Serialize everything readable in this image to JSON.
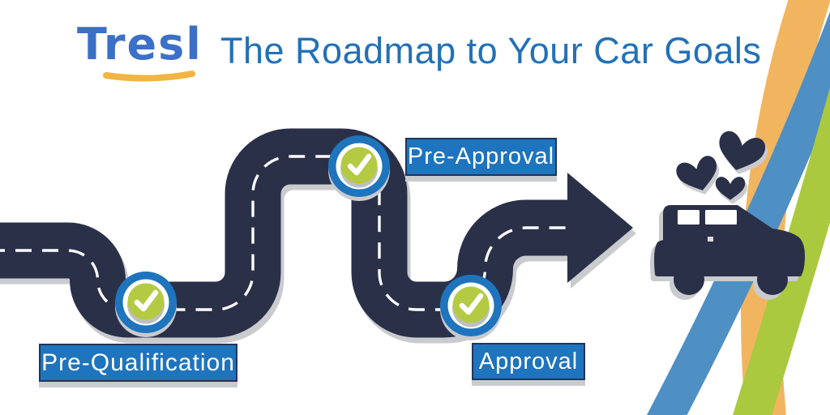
{
  "header": {
    "logo_text": "Tresl",
    "title": "The Roadmap to Your Car Goals"
  },
  "roadmap": {
    "milestones": [
      {
        "label": "Pre-Qualification",
        "status": "checked"
      },
      {
        "label": "Pre-Approval",
        "status": "checked"
      },
      {
        "label": "Approval",
        "status": "checked"
      }
    ],
    "destination": "car with hearts",
    "direction": "arrow pointing right"
  },
  "icons": {
    "checkmark": "check-icon",
    "arrow": "arrow-right-icon",
    "car": "car-icon",
    "heart": "heart-icon",
    "swoosh": "logo-underline-swoosh"
  },
  "colors": {
    "road-navy": "#2b3049",
    "label-blue": "#1e74bd",
    "title-blue": "#2271b8",
    "logo-blue": "#3c70c8",
    "swoosh-yellow": "#f2b443",
    "check-green": "#b5ca43",
    "stripe-orange": "#f2b55f",
    "stripe-blue": "#4e8fc4",
    "stripe-green": "#abc93f",
    "shadow-gray": "#c9cbce",
    "label-border": "#20355a"
  }
}
